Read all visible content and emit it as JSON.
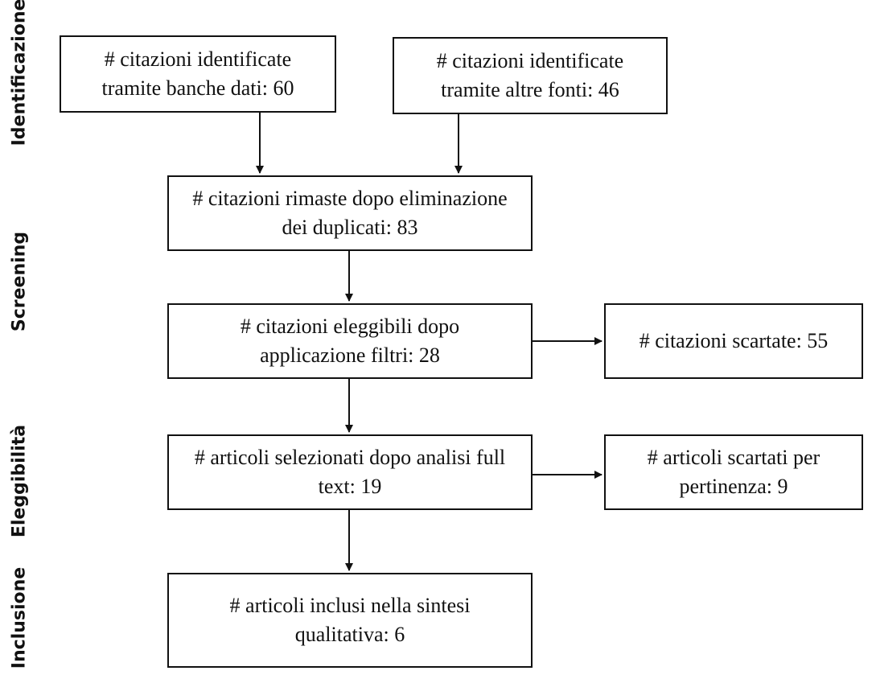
{
  "phases": {
    "identification": "Identificazione",
    "screening": "Screening",
    "eligibility": "Eleggibilità",
    "inclusion": "Inclusione"
  },
  "boxes": {
    "databases": [
      "# citazioni identificate",
      "tramite banche dati: 60"
    ],
    "other_sources": [
      "# citazioni identificate",
      "tramite altre fonti: 46"
    ],
    "after_duplicates": [
      "# citazioni rimaste dopo eliminazione",
      "dei duplicati: 83"
    ],
    "eligible_after_filters": [
      "# citazioni eleggibili dopo",
      "applicazione filtri: 28"
    ],
    "discarded_citations": [
      "# citazioni scartate: 55"
    ],
    "fulltext_selected": [
      "# articoli selezionati dopo analisi full",
      "text: 19"
    ],
    "discarded_relevance": [
      "# articoli scartati per",
      "pertinenza: 9"
    ],
    "included": [
      "# articoli inclusi nella sintesi",
      "qualitativa: 6"
    ]
  }
}
